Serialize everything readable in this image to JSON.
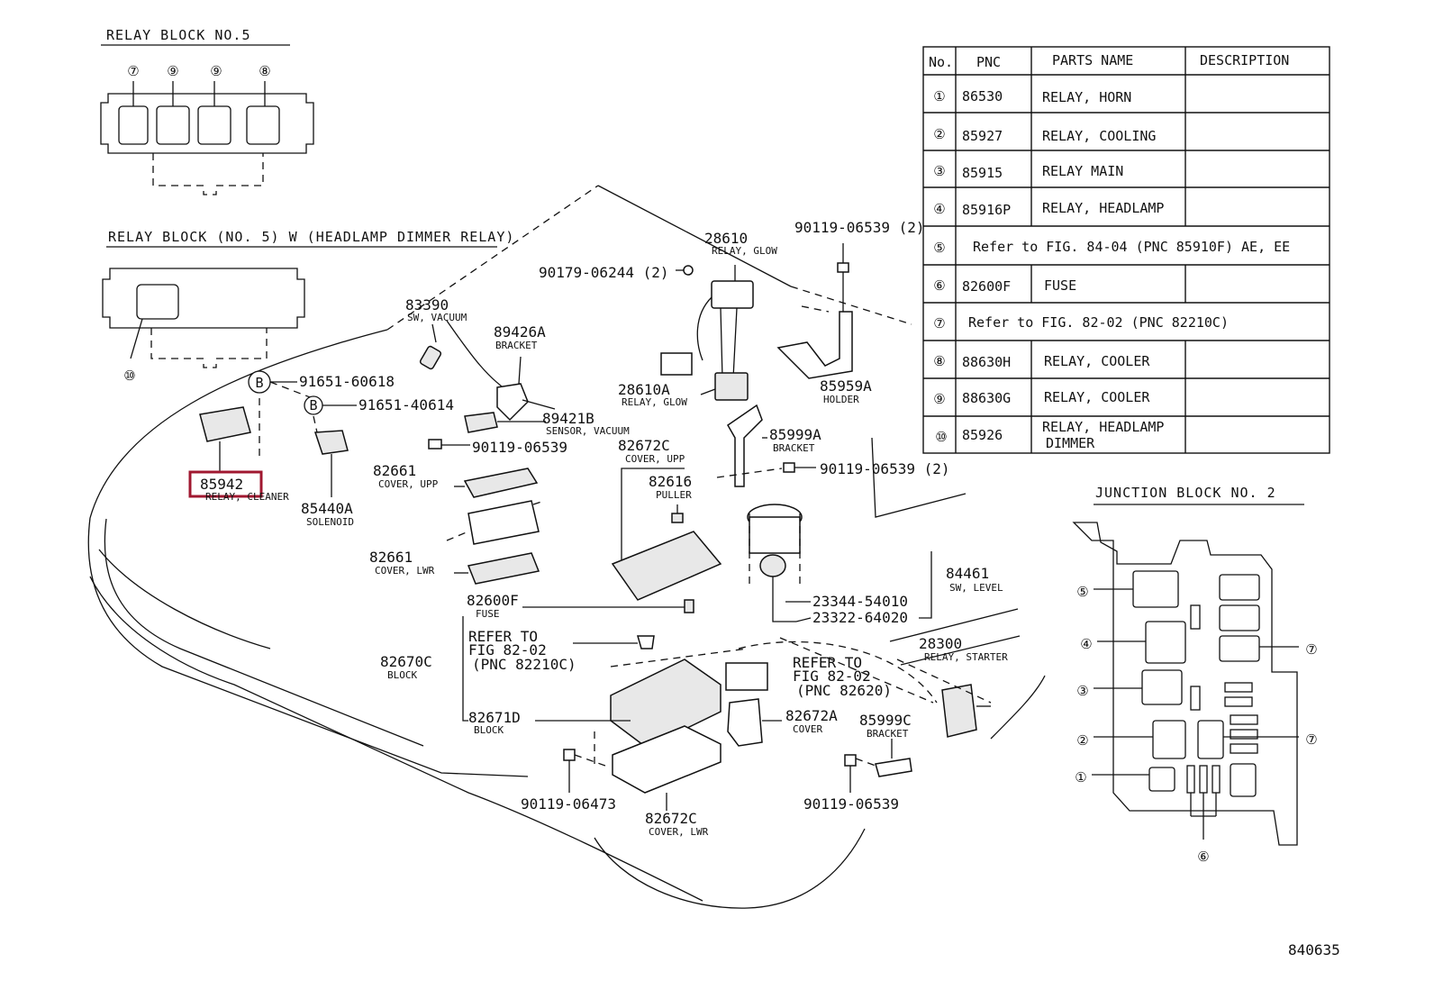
{
  "relay_block_5": {
    "title": "RELAY BLOCK NO.5",
    "slots": [
      "⑦",
      "⑨",
      "⑨",
      "⑧"
    ]
  },
  "relay_block_5w": {
    "title": "RELAY BLOCK (NO. 5) W (HEADLAMP DIMMER RELAY)",
    "callout": "⑩"
  },
  "junction_block_2": {
    "title": "JUNCTION BLOCK NO. 2",
    "callouts": [
      "⑤",
      "④",
      "③",
      "②",
      "①",
      "⑦",
      "⑦",
      "⑥"
    ]
  },
  "parts_table": {
    "headers": [
      "No.",
      "PNC",
      "PARTS NAME",
      "DESCRIPTION"
    ],
    "rows": [
      {
        "no": "①",
        "pnc": "86530",
        "name": "RELAY, HORN",
        "desc": ""
      },
      {
        "no": "②",
        "pnc": "85927",
        "name": "RELAY, COOLING",
        "desc": ""
      },
      {
        "no": "③",
        "pnc": "85915",
        "name": "RELAY MAIN",
        "desc": ""
      },
      {
        "no": "④",
        "pnc": "85916P",
        "name": "RELAY, HEADLAMP",
        "desc": ""
      },
      {
        "no": "⑤",
        "ref": "Refer to FIG. 84-04 (PNC 85910F) AE, EE"
      },
      {
        "no": "⑥",
        "pnc": "82600F",
        "name": "FUSE",
        "desc": ""
      },
      {
        "no": "⑦",
        "ref": "Refer to FIG. 82-02 (PNC 82210C)"
      },
      {
        "no": "⑧",
        "pnc": "88630H",
        "name": "RELAY, COOLER",
        "desc": ""
      },
      {
        "no": "⑨",
        "pnc": "88630G",
        "name": "RELAY, COOLER",
        "desc": ""
      },
      {
        "no": "⑩",
        "pnc": "85926",
        "name": "RELAY, HEADLAMP",
        "name2": "DIMMER",
        "desc": ""
      }
    ]
  },
  "labels": {
    "p83390": "83390",
    "p83390s": "SW, VACUUM",
    "p89426a": "89426A",
    "p89426as": "BRACKET",
    "p89421b": "89421B",
    "p89421bs": "SENSOR, VACUUM",
    "p28610": "28610",
    "p28610s": "RELAY, GLOW",
    "p28610a": "28610A",
    "p28610as": "RELAY, GLOW",
    "p90179": "90179-06244 (2)",
    "p90119top": "90119-06539 (2)",
    "p85959a": "85959A",
    "p85959as": "HOLDER",
    "p85999a": "85999A",
    "p85999as": "BRACKET",
    "p90119b": "90119-06539 (2)",
    "pB1": "B",
    "p91651a": "91651-60618",
    "pB2": "B",
    "p91651b": "91651-40614",
    "p85942": "85942",
    "p85942s": "RELAY, CLEANER",
    "p85440a": "85440A",
    "p85440as": "SOLENOID",
    "p90119c": "90119-06539",
    "p82661u": "82661",
    "p82661us": "COVER, UPP",
    "p82672cu": "82672C",
    "p82672cus": "COVER, UPP",
    "p82616": "82616",
    "p82616s": "PULLER",
    "p82661l": "82661",
    "p82661ls": "COVER, LWR",
    "p84461": "84461",
    "p84461s": "SW, LEVEL",
    "p23344": "23344-54010",
    "p23322": "23322-64020",
    "p82600f": "82600F",
    "p82600fs": "FUSE",
    "ref1a": "REFER TO",
    "ref1b": "FIG 82-02",
    "ref1c": "(PNC 82210C)",
    "p82670c": "82670C",
    "p82670cs": "BLOCK",
    "p82671d": "82671D",
    "p82671ds": "BLOCK",
    "ref2a": "REFER TO",
    "ref2b": "FIG 82-02",
    "ref2c": "(PNC 82620)",
    "p28300": "28300",
    "p28300s": "RELAY, STARTER",
    "p82672a": "82672A",
    "p82672as": "COVER",
    "p85999c": "85999C",
    "p85999cs": "BRACKET",
    "p90119d": "90119-06473",
    "p82672cl": "82672C",
    "p82672cls": "COVER, LWR",
    "p90119e": "90119-06539"
  },
  "figure_number": "840635"
}
